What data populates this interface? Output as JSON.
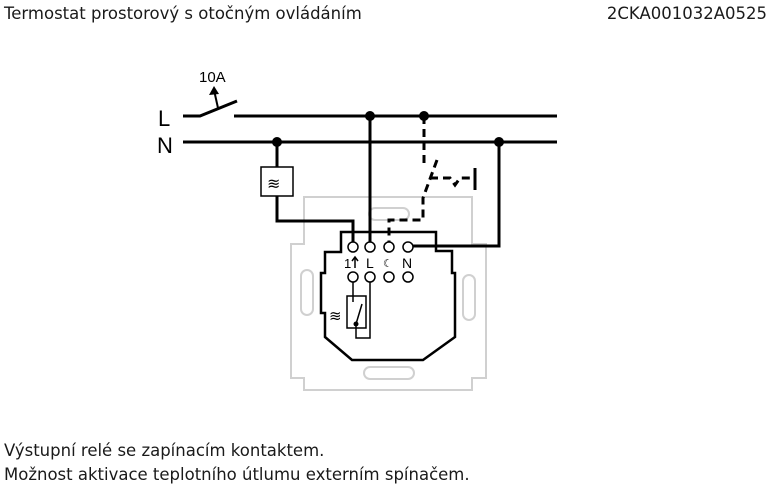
{
  "header": {
    "title": "Termostat prostorový s otočným ovládáním",
    "code": "2CKA001032A0525"
  },
  "diagram": {
    "lines": {
      "phase": "L",
      "neutral": "N"
    },
    "breaker_rating": "10A",
    "terminals": {
      "t1": "1",
      "t2": "L",
      "t4": "N"
    }
  },
  "description": [
    "Výstupní relé se zapínacím kontaktem.",
    "Možnost aktivace teplotního útlumu externím spínačem."
  ]
}
